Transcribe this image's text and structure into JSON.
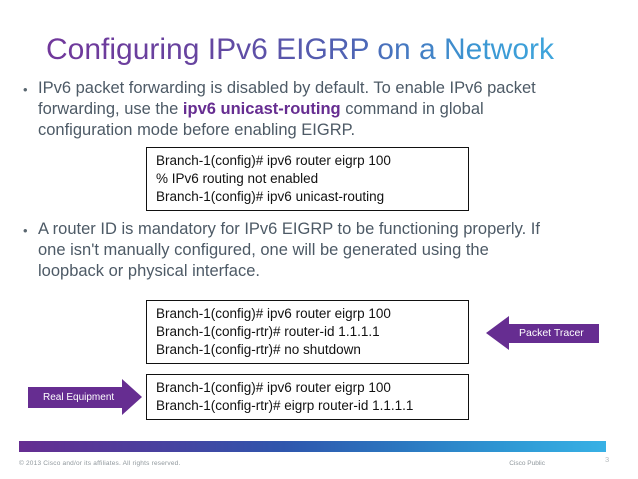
{
  "slide": {
    "title": "Configuring IPv6 EIGRP on a Network",
    "bullet1": {
      "line1": "IPv6 packet forwarding is disabled by default. To enable IPv6 packet",
      "line2_pre": "forwarding, use the ",
      "line2_bold": "ipv6 unicast-routing",
      "line2_post": " command in global",
      "line3": "configuration mode before enabling EIGRP."
    },
    "bullet2": {
      "line1": "A router ID is mandatory for IPv6 EIGRP to be functioning properly. If",
      "line2": "one isn't manually configured, one will be generated using the",
      "line3": "loopback or physical interface."
    },
    "code_box_1": {
      "line1": "Branch-1(config)# ipv6 router eigrp 100",
      "line2": "% IPv6 routing not enabled",
      "line3": "Branch-1(config)# ipv6 unicast-routing"
    },
    "code_box_2": {
      "line1": "Branch-1(config)# ipv6 router eigrp 100",
      "line2": "Branch-1(config-rtr)# router-id 1.1.1.1",
      "line3": "Branch-1(config-rtr)# no shutdown"
    },
    "code_box_3": {
      "line1": "Branch-1(config)# ipv6 router eigrp 100",
      "line2": "Branch-1(config-rtr)# eigrp router-id 1.1.1.1"
    },
    "callouts": {
      "packet_tracer": "Packet Tracer",
      "real_equipment": "Real Equipment"
    },
    "footer": {
      "copyright": "© 2013 Cisco and/or its affiliates. All rights reserved.",
      "classification": "Cisco Public",
      "page_number": "3"
    },
    "colors": {
      "accent_purple": "#662D91",
      "title_purple": "#71379B",
      "title_blue": "#3FA5DC",
      "body_text": "#4D5A66",
      "footer_gradient_start": "#662D91",
      "footer_gradient_end": "#38B1E5"
    }
  }
}
